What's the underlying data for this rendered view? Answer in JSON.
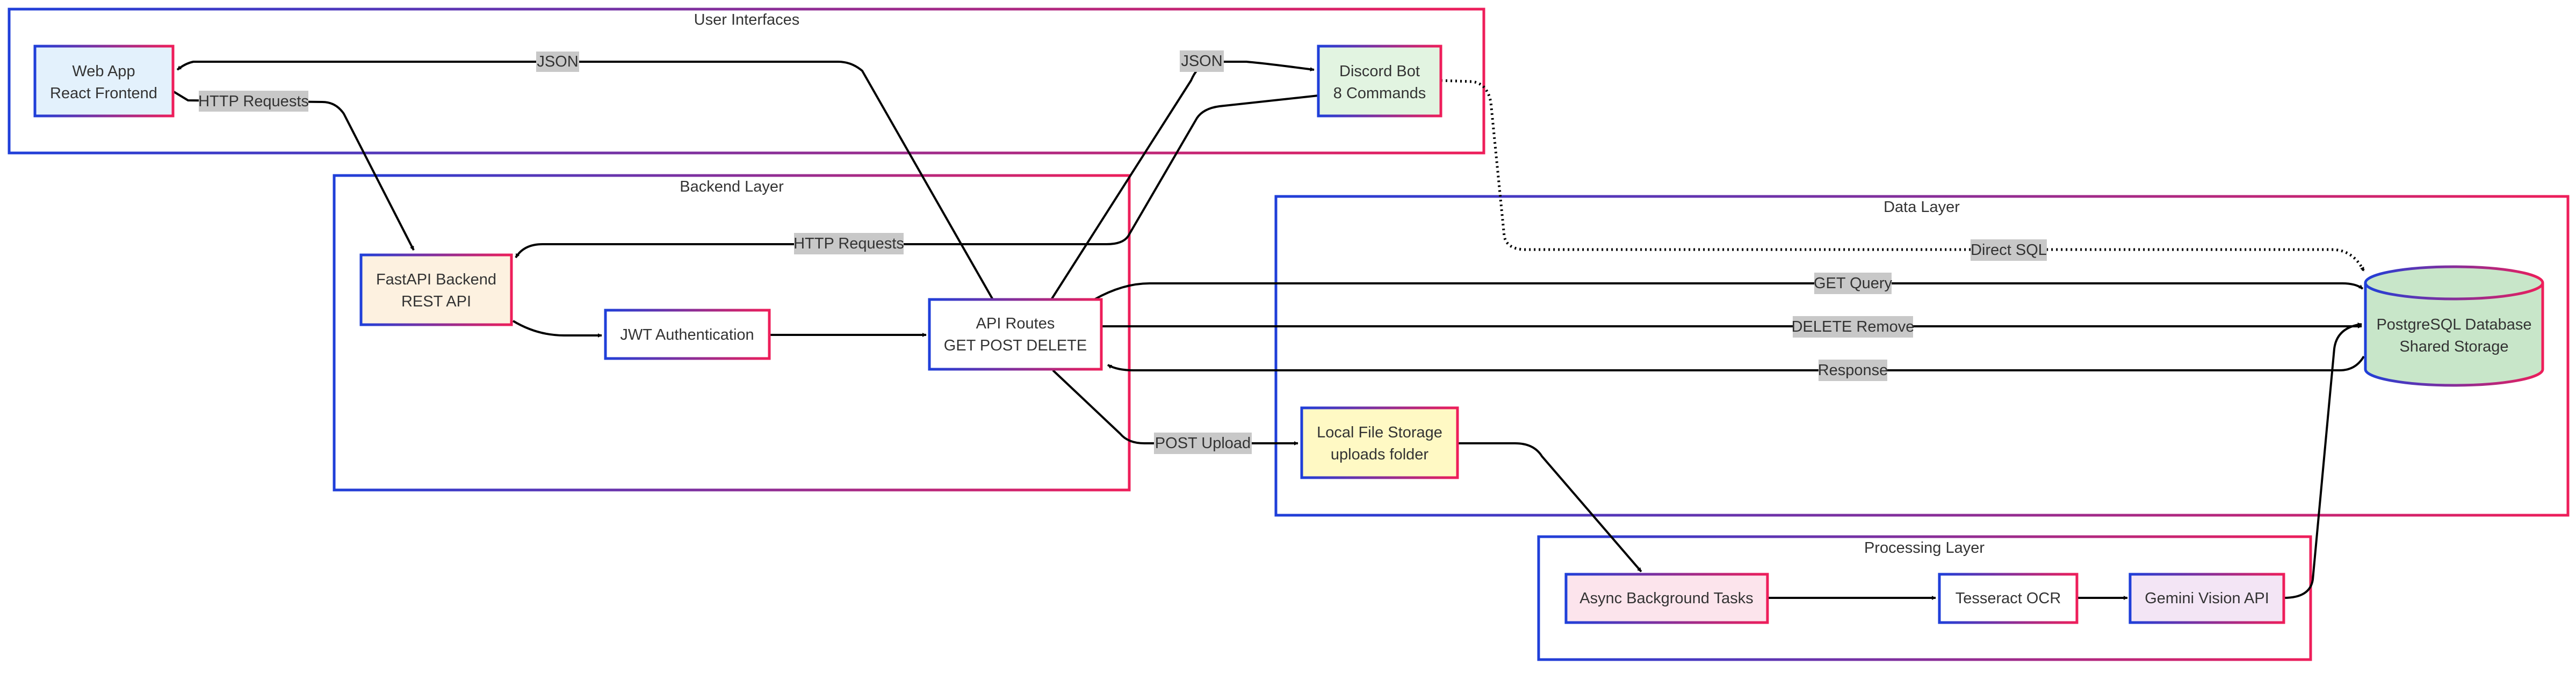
{
  "colors": {
    "border_start": "#1f3fd9",
    "border_end": "#ee1e5a",
    "edge": "#000000",
    "label_bg": "#c8c8c8",
    "text": "#333333"
  },
  "groups": {
    "user_interfaces": "User Interfaces",
    "backend_layer": "Backend Layer",
    "data_layer": "Data Layer",
    "processing_layer": "Processing Layer"
  },
  "nodes": {
    "web_app": {
      "line1": "Web App",
      "line2": "React Frontend",
      "fill": "#e3f1fc"
    },
    "discord_bot": {
      "line1": "Discord Bot",
      "line2": "8 Commands",
      "fill": "#e2f4e1"
    },
    "fastapi": {
      "line1": "FastAPI Backend",
      "line2": "REST API",
      "fill": "#fdf1e0"
    },
    "jwt": {
      "line1": "JWT Authentication",
      "fill": "#ffffff"
    },
    "api_routes": {
      "line1": "API Routes",
      "line2": "GET POST DELETE",
      "fill": "#ffffff"
    },
    "postgres": {
      "line1": "PostgreSQL Database",
      "line2": "Shared Storage",
      "fill": "#c8e6c9"
    },
    "local_storage": {
      "line1": "Local File Storage",
      "line2": "uploads folder",
      "fill": "#fff9c4"
    },
    "async_tasks": {
      "line1": "Async Background Tasks",
      "fill": "#fce4ec"
    },
    "tesseract": {
      "line1": "Tesseract OCR",
      "fill": "#ffffff"
    },
    "gemini": {
      "line1": "Gemini Vision API",
      "fill": "#f3e5f5"
    }
  },
  "edge_labels": {
    "webapp_to_fastapi": "HTTP Requests",
    "routes_to_webapp": "JSON",
    "routes_to_discord": "JSON",
    "discord_to_fastapi": "HTTP Requests",
    "discord_to_db": "Direct SQL",
    "routes_to_db_get": "GET Query",
    "routes_to_db_delete": "DELETE Remove",
    "db_to_routes": "Response",
    "routes_to_storage": "POST Upload"
  }
}
